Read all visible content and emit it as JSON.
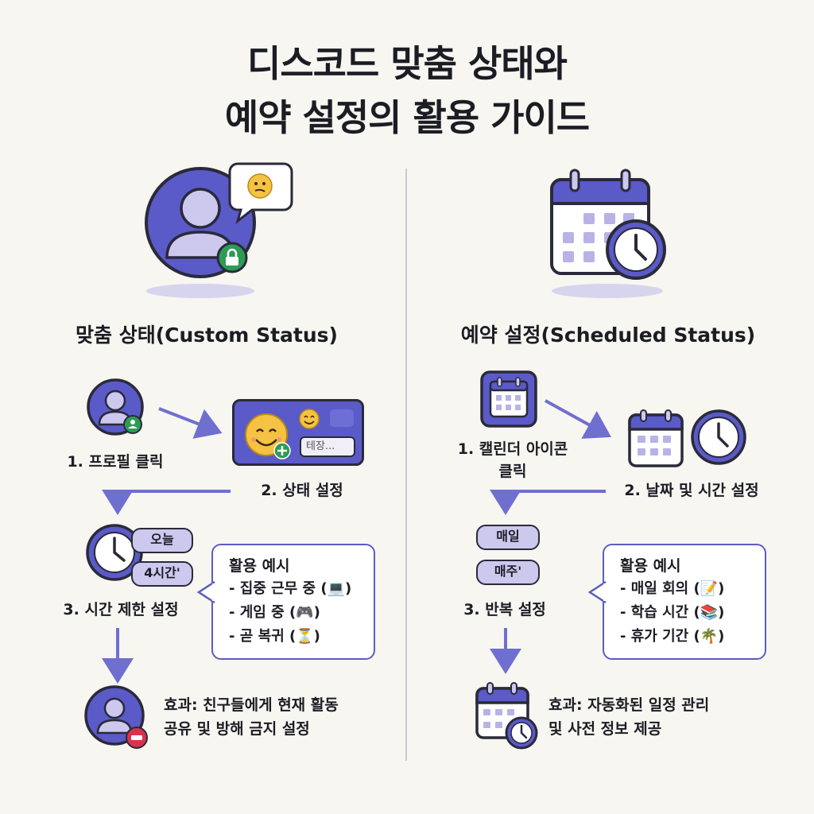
{
  "header": {
    "title_line1": "디스코드 맞춤 상태와",
    "title_line2": "예약 설정의 활용 가이드"
  },
  "custom_status": {
    "title": "맞춤 상태(Custom Status)",
    "step1_label": "1. 프로필 클릭",
    "step2_label": "2. 상태 설정",
    "step2_placeholder": "테장...",
    "step3_label": "3. 시간 제한 설정",
    "pills": [
      "오늘",
      "4시간'"
    ],
    "examples_title": "활용 예시",
    "examples": [
      "- 집중 근무 중 (💻)",
      "- 게임 중 (🎮)",
      "- 곧 복귀 (⏳)"
    ],
    "effect_line1": "효과: 친구들에게 현재 활동",
    "effect_line2": "공유 및 방해 금지 설정"
  },
  "scheduled_status": {
    "title": "예약 설정(Scheduled Status)",
    "step1_label_line1": "1. 캘린더 아이콘",
    "step1_label_line2": "클릭",
    "step2_label": "2. 날짜 및 시간 설정",
    "step3_label": "3. 반복 설정",
    "pills": [
      "매일",
      "매주'"
    ],
    "examples_title": "활용 예시",
    "examples": [
      "- 매일 회의 (📝)",
      "- 학습 시간 (📚)",
      "- 휴가 기간 (🌴)"
    ],
    "effect_line1": "효과: 자동화된 일정 관리",
    "effect_line2": "및 사전 정보 제공"
  },
  "colors": {
    "accent": "#5a5ac8",
    "accent_light": "#cdc8ee",
    "outline": "#2a2a3a",
    "green": "#2e9b55",
    "red": "#d9334b",
    "background": "#f7f6f1"
  }
}
